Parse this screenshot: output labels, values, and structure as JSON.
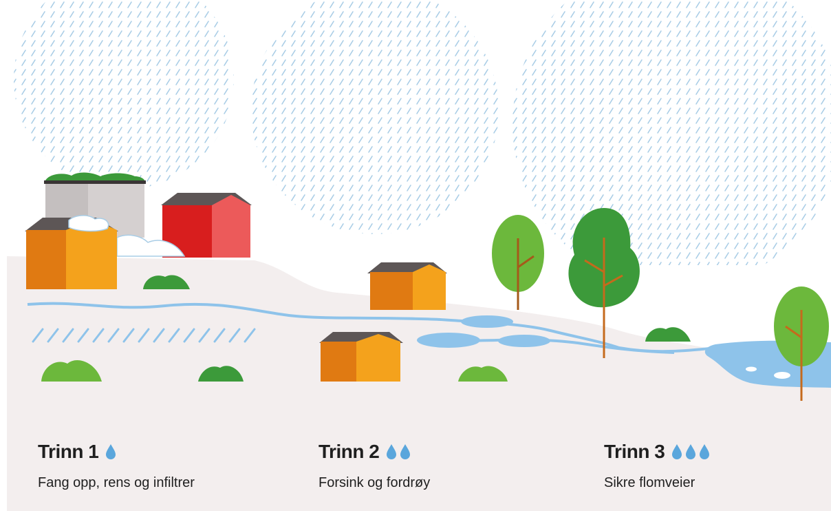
{
  "colors": {
    "rain": "#a9cde6",
    "water": "#8ec3ea",
    "ground": "#f3eeee",
    "house_orange_dark": "#e07a12",
    "house_orange_light": "#f4a21c",
    "house_red_dark": "#d81e1e",
    "house_red_light": "#ec5a5a",
    "roof": "#5d5656",
    "tree_light": "#6cb83c",
    "tree_dark": "#3c9a3a",
    "trunk": "#c56a1c",
    "drop": "#5aa6dc"
  },
  "steps": [
    {
      "title": "Trinn 1",
      "drops": 1,
      "description": "Fang opp, rens og infiltrer"
    },
    {
      "title": "Trinn 2",
      "drops": 2,
      "description": "Forsink og fordrøy"
    },
    {
      "title": "Trinn 3",
      "drops": 3,
      "description": "Sikre flomveier"
    }
  ]
}
